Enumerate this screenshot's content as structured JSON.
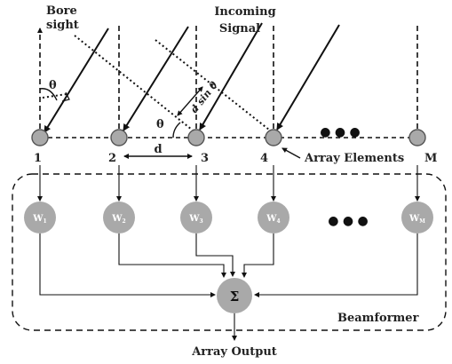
{
  "labels": {
    "boresight_line1": "Bore",
    "boresight_line2": "sight",
    "incoming_line1": "Incoming",
    "incoming_line2": "Signal",
    "theta_top": "θ",
    "theta_mid": "θ",
    "dsin": "d sin θ",
    "d": "d",
    "array_elements": "Array Elements",
    "beamformer": "Beamformer",
    "array_output": "Array Output",
    "sigma": "Σ",
    "ellipsis": "● ● ●"
  },
  "elements": [
    {
      "index": "1",
      "weight": "W",
      "sub": "1"
    },
    {
      "index": "2",
      "weight": "W",
      "sub": "2"
    },
    {
      "index": "3",
      "weight": "W",
      "sub": "3"
    },
    {
      "index": "4",
      "weight": "W",
      "sub": "4"
    },
    {
      "index": "M",
      "weight": "W",
      "sub": "M"
    }
  ],
  "colors": {
    "node_fill": "#a9a9a9",
    "node_stroke": "#555555",
    "line": "#111111"
  }
}
